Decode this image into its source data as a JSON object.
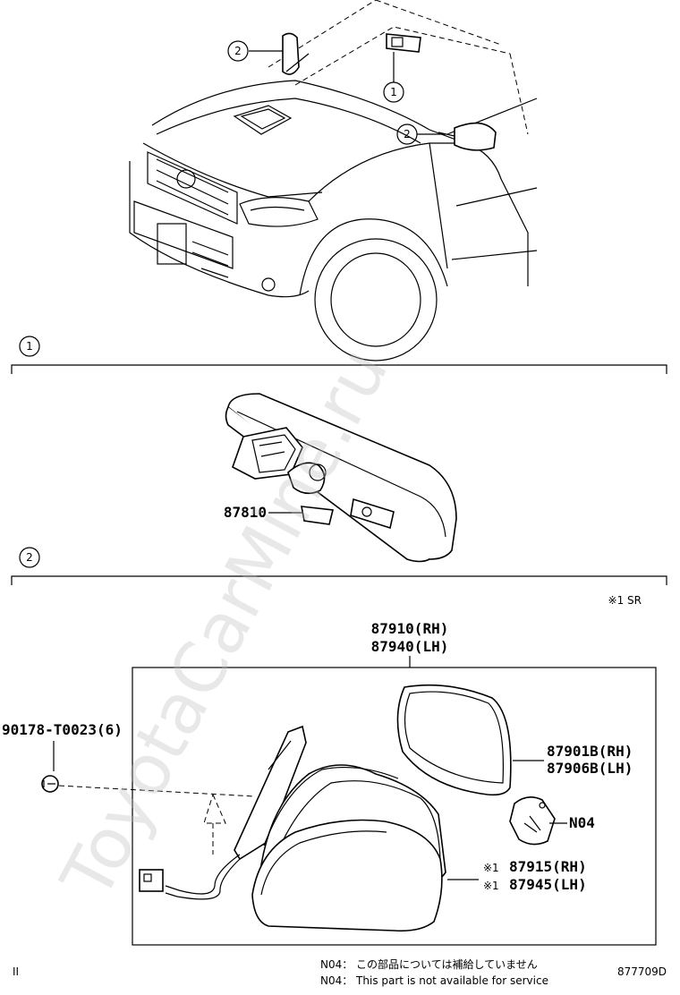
{
  "callouts": {
    "c1_top": "1",
    "c2_left": "2",
    "c2_right": "2",
    "section1": "1",
    "section2": "2"
  },
  "labels": {
    "mirror_inner": "87810",
    "mirror_rh": "87910(RH)",
    "mirror_lh": "87940(LH)",
    "bolt": "90178-T0023(6)",
    "glass_rh": "87901B(RH)",
    "glass_lh": "87906B(LH)",
    "n04": "N04",
    "cover_rh": "87915(RH)",
    "cover_lh": "87945(LH)",
    "cover_rh_mark": "※1",
    "cover_lh_mark": "※1"
  },
  "legend": {
    "sr_note": "※1 SR"
  },
  "notes": {
    "n04_jp": "N04： この部品については補給していません",
    "n04_en": "N04： This part is not available for service",
    "diagram_code": "877709D",
    "corner_mark": "II"
  },
  "watermark": "ToyotaCarMine.ru"
}
